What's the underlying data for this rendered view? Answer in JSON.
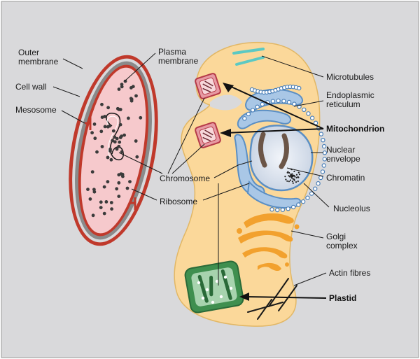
{
  "labels": {
    "outer_membrane": [
      "Outer",
      "membrane"
    ],
    "cell_wall": "Cell wall",
    "mesosome": "Mesosome",
    "plasma_membrane": [
      "Plasma",
      "membrane"
    ],
    "chromosome": "Chromosome",
    "ribosome": "Ribosome",
    "microtubules": "Microtubules",
    "endoplasmic_reticulum": [
      "Endoplasmic",
      "reticulum"
    ],
    "mitochondrion": "Mitochondrion",
    "nuclear_envelope": [
      "Nuclear",
      "envelope"
    ],
    "chromatin": "Chromatin",
    "nucleolus": "Nucleolus",
    "golgi_complex": [
      "Golgi",
      "complex"
    ],
    "actin_fibres": "Actin fibres",
    "plastid": "Plastid"
  },
  "colors": {
    "background": "#d9d9db",
    "eukaryote_fill": "#fbd89a",
    "prokaryote_wall": "#c0392b",
    "prokaryote_inner": "#f6c9cc",
    "er_blue": "#5b8fc4",
    "golgi_orange": "#f2a12e",
    "plastid_green": "#3f8f4f",
    "microtubule_teal": "#5cc9c3"
  }
}
